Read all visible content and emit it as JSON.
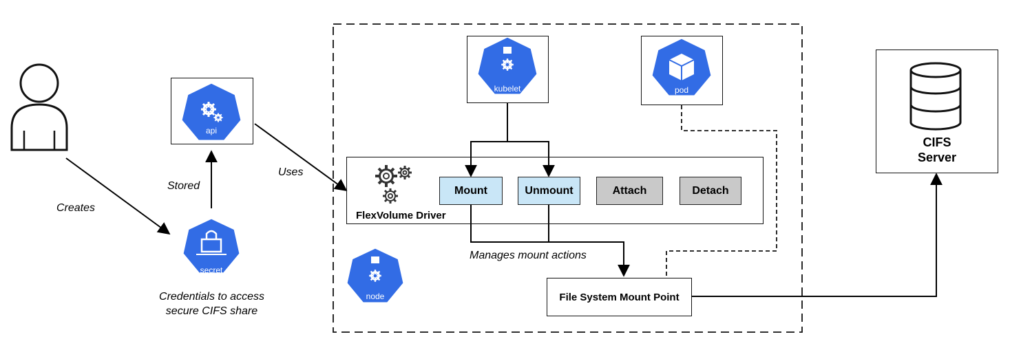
{
  "actors": {
    "user_label": "Creates",
    "stored_label": "Stored",
    "uses_label": "Uses",
    "credentials_line1": "Credentials to access",
    "credentials_line2": "secure CIFS share"
  },
  "icons": {
    "api": "api",
    "secret": "secret",
    "kubelet": "kubelet",
    "pod": "pod",
    "node": "node"
  },
  "driver": {
    "title": "FlexVolume Driver",
    "actions": [
      "Mount",
      "Unmount",
      "Attach",
      "Detach"
    ]
  },
  "manages_label": "Manages mount actions",
  "mount_point": "File System Mount Point",
  "cifs": {
    "line1": "CIFS",
    "line2": "Server"
  },
  "colors": {
    "k8s_blue": "#326ce5",
    "action_blue": "#c9e6f7",
    "action_grey": "#c9c9c9"
  }
}
